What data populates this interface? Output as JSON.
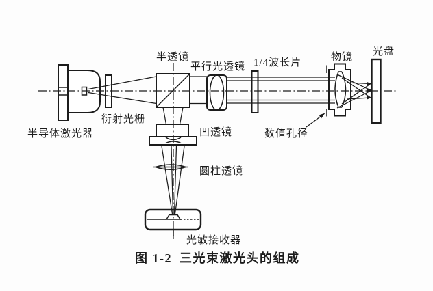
{
  "figure": {
    "caption": {
      "number": "图 1-2",
      "title": "三光束激光头的组成"
    },
    "labels": {
      "semiconductor_laser": "半导体激光器",
      "diffraction_grating": "衍射光栅",
      "half_mirror": "半透镜",
      "collimating_lens": "平行光透镜",
      "quarter_wave_plate": "1/4波长片",
      "objective_lens": "物镜",
      "optical_disc": "光盘",
      "numerical_aperture": "数值孔径",
      "concave_lens": "凹透镜",
      "cylindrical_lens": "圆柱透镜",
      "photo_receiver": "光敏接收器"
    },
    "colors": {
      "line": "#1c1c1c",
      "background": "#fdfdfd"
    }
  }
}
